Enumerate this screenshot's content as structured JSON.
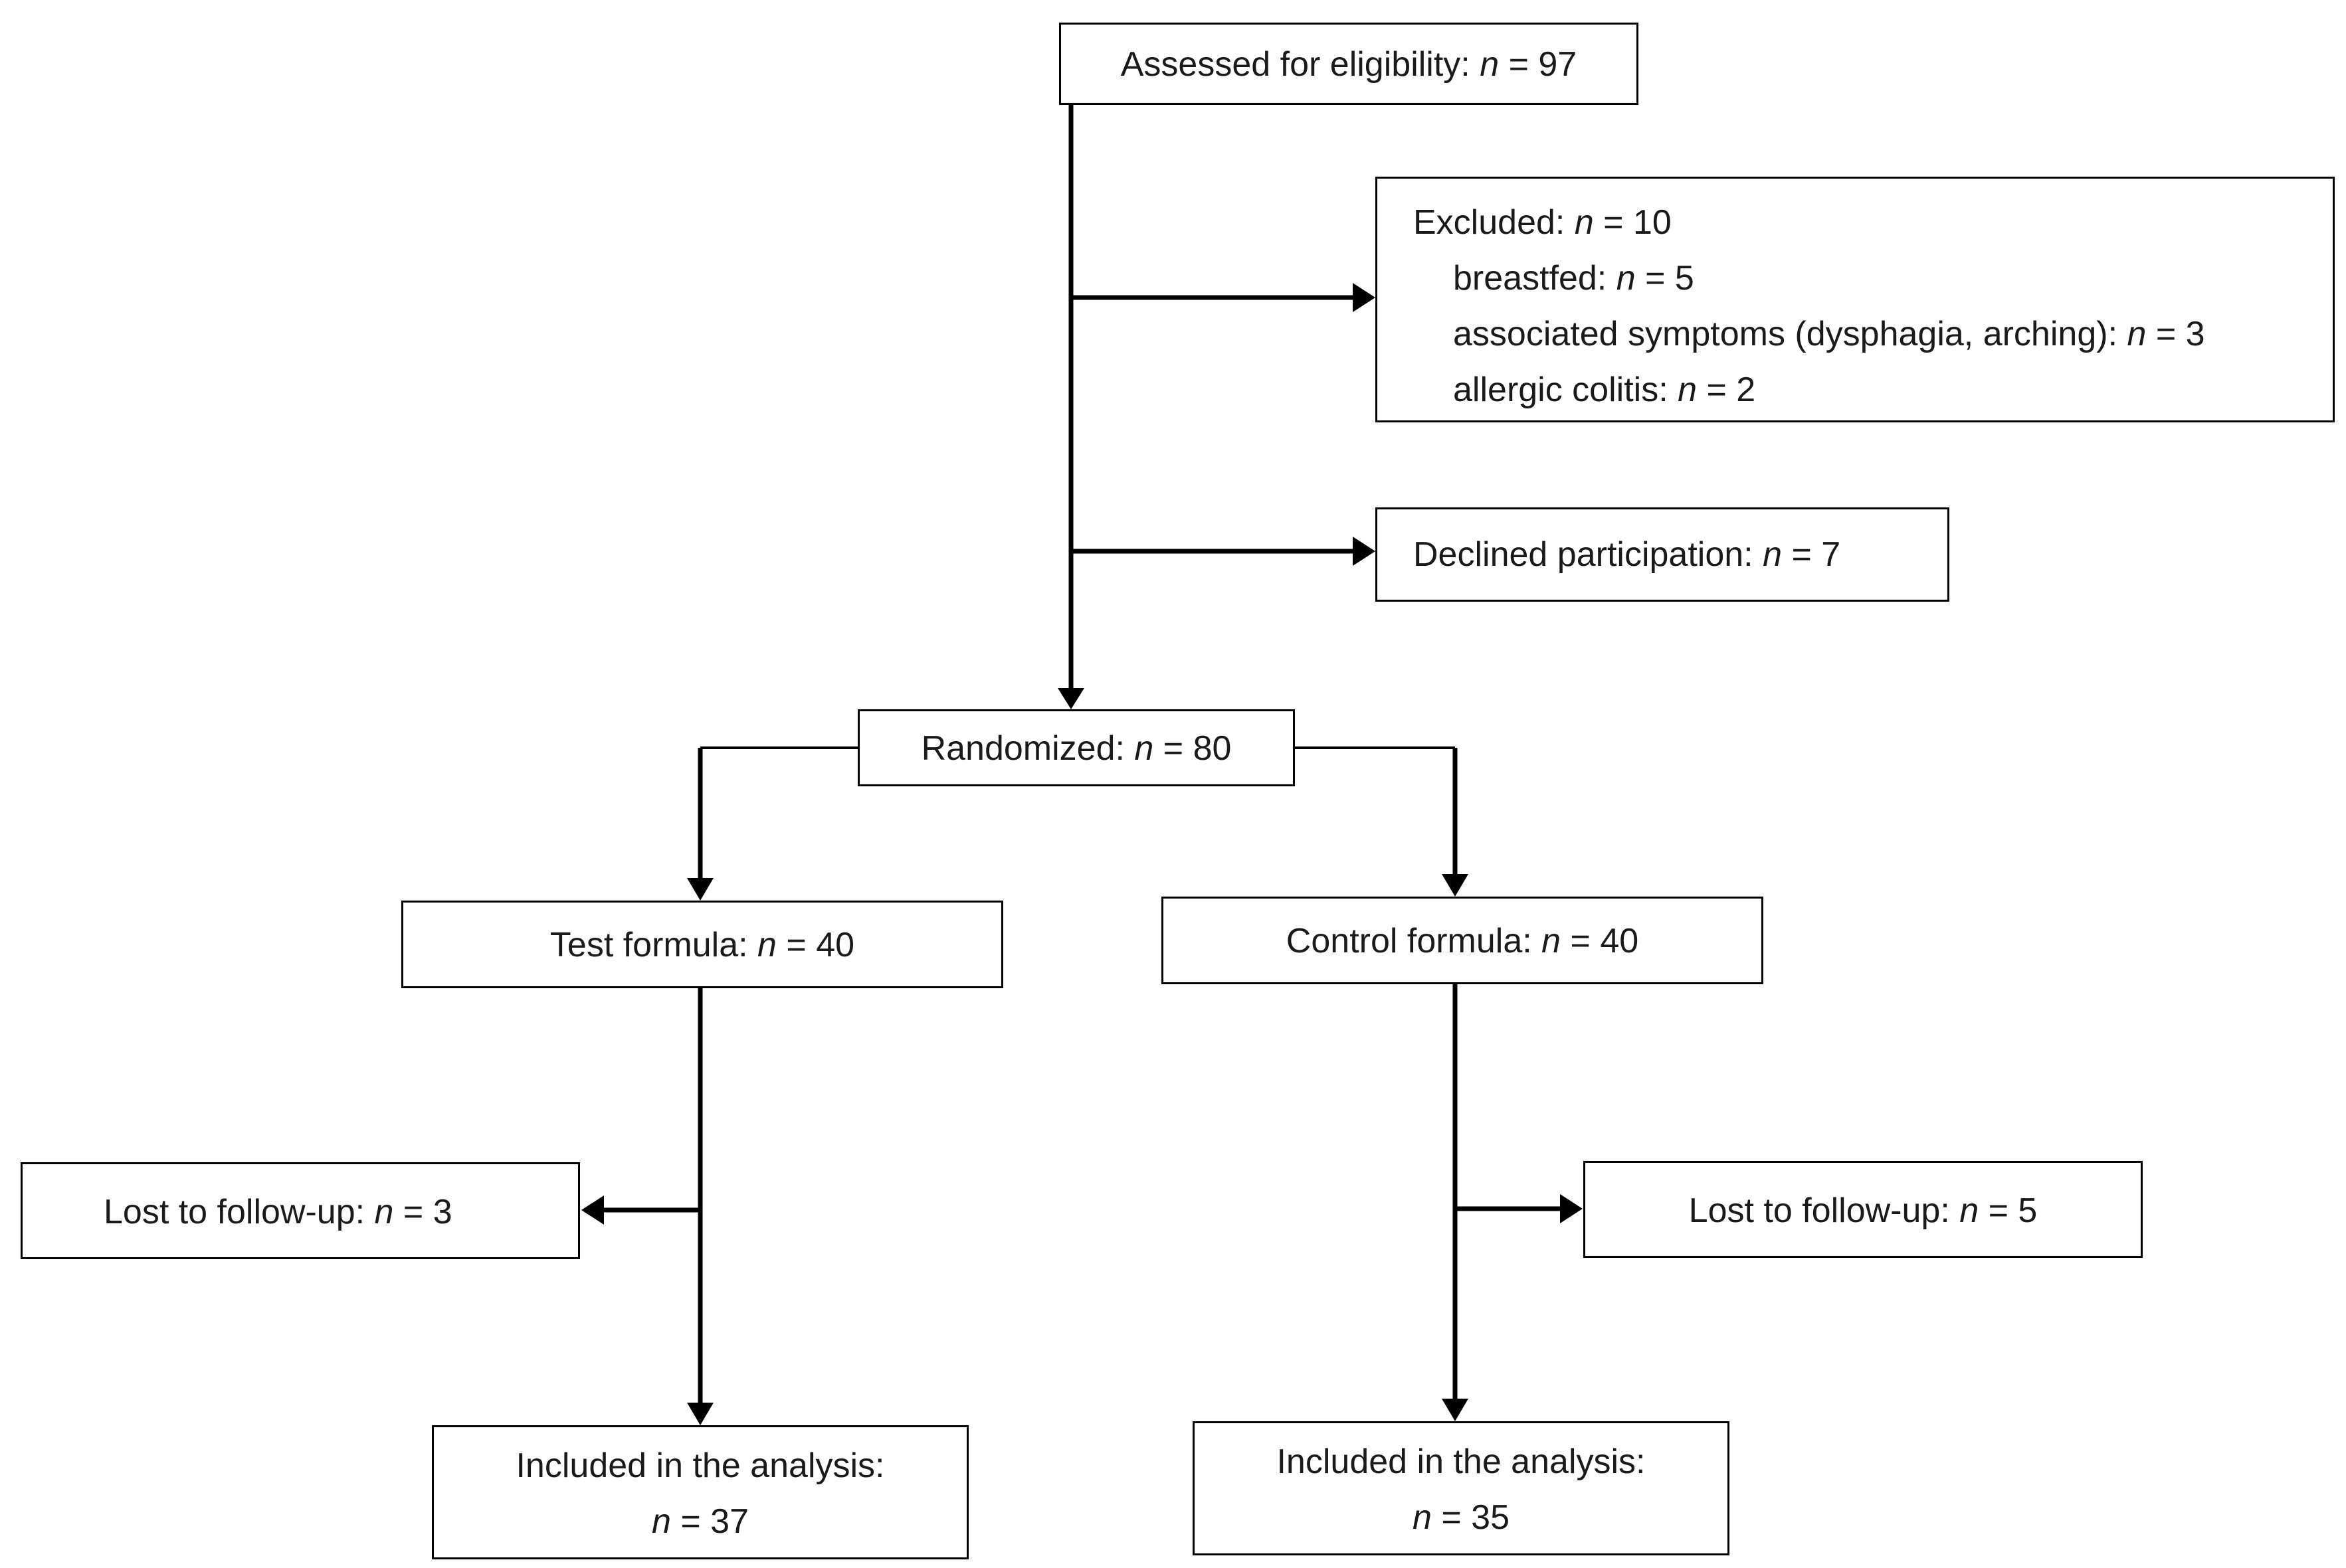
{
  "flow": {
    "assessed": {
      "label": "Assessed for eligibility: ",
      "n": "n",
      "value": " = 97"
    },
    "excluded": {
      "label": "Excluded: ",
      "n": "n",
      "value": " = 10",
      "reasons": [
        {
          "label": "breastfed: ",
          "n": "n",
          "value": " = 5"
        },
        {
          "label": "associated symptoms  (dysphagia, arching): ",
          "n": "n",
          "value": " = 3"
        },
        {
          "label": "allergic colitis: ",
          "n": "n",
          "value": " = 2"
        }
      ]
    },
    "declined": {
      "label": "Declined participation: ",
      "n": "n",
      "value": " = 7"
    },
    "randomized": {
      "label": "Randomized: ",
      "n": "n",
      "value": " = 80"
    },
    "test": {
      "label": "Test formula: ",
      "n": "n",
      "value": " = 40"
    },
    "control": {
      "label": "Control formula: ",
      "n": "n",
      "value": " = 40"
    },
    "lost_test": {
      "label": "Lost to follow-up: ",
      "n": "n",
      "value": " = 3"
    },
    "lost_control": {
      "label": "Lost to follow-up: ",
      "n": "n",
      "value": " = 5"
    },
    "included_test": {
      "label": "Included in the analysis:",
      "n": "n",
      "value": " = 37"
    },
    "included_control": {
      "label": "Included in the analysis:",
      "n": "n",
      "value": " = 35"
    }
  },
  "colors": {
    "line": "#000000",
    "box_border": "#000000",
    "text": "#1a1a1a"
  }
}
